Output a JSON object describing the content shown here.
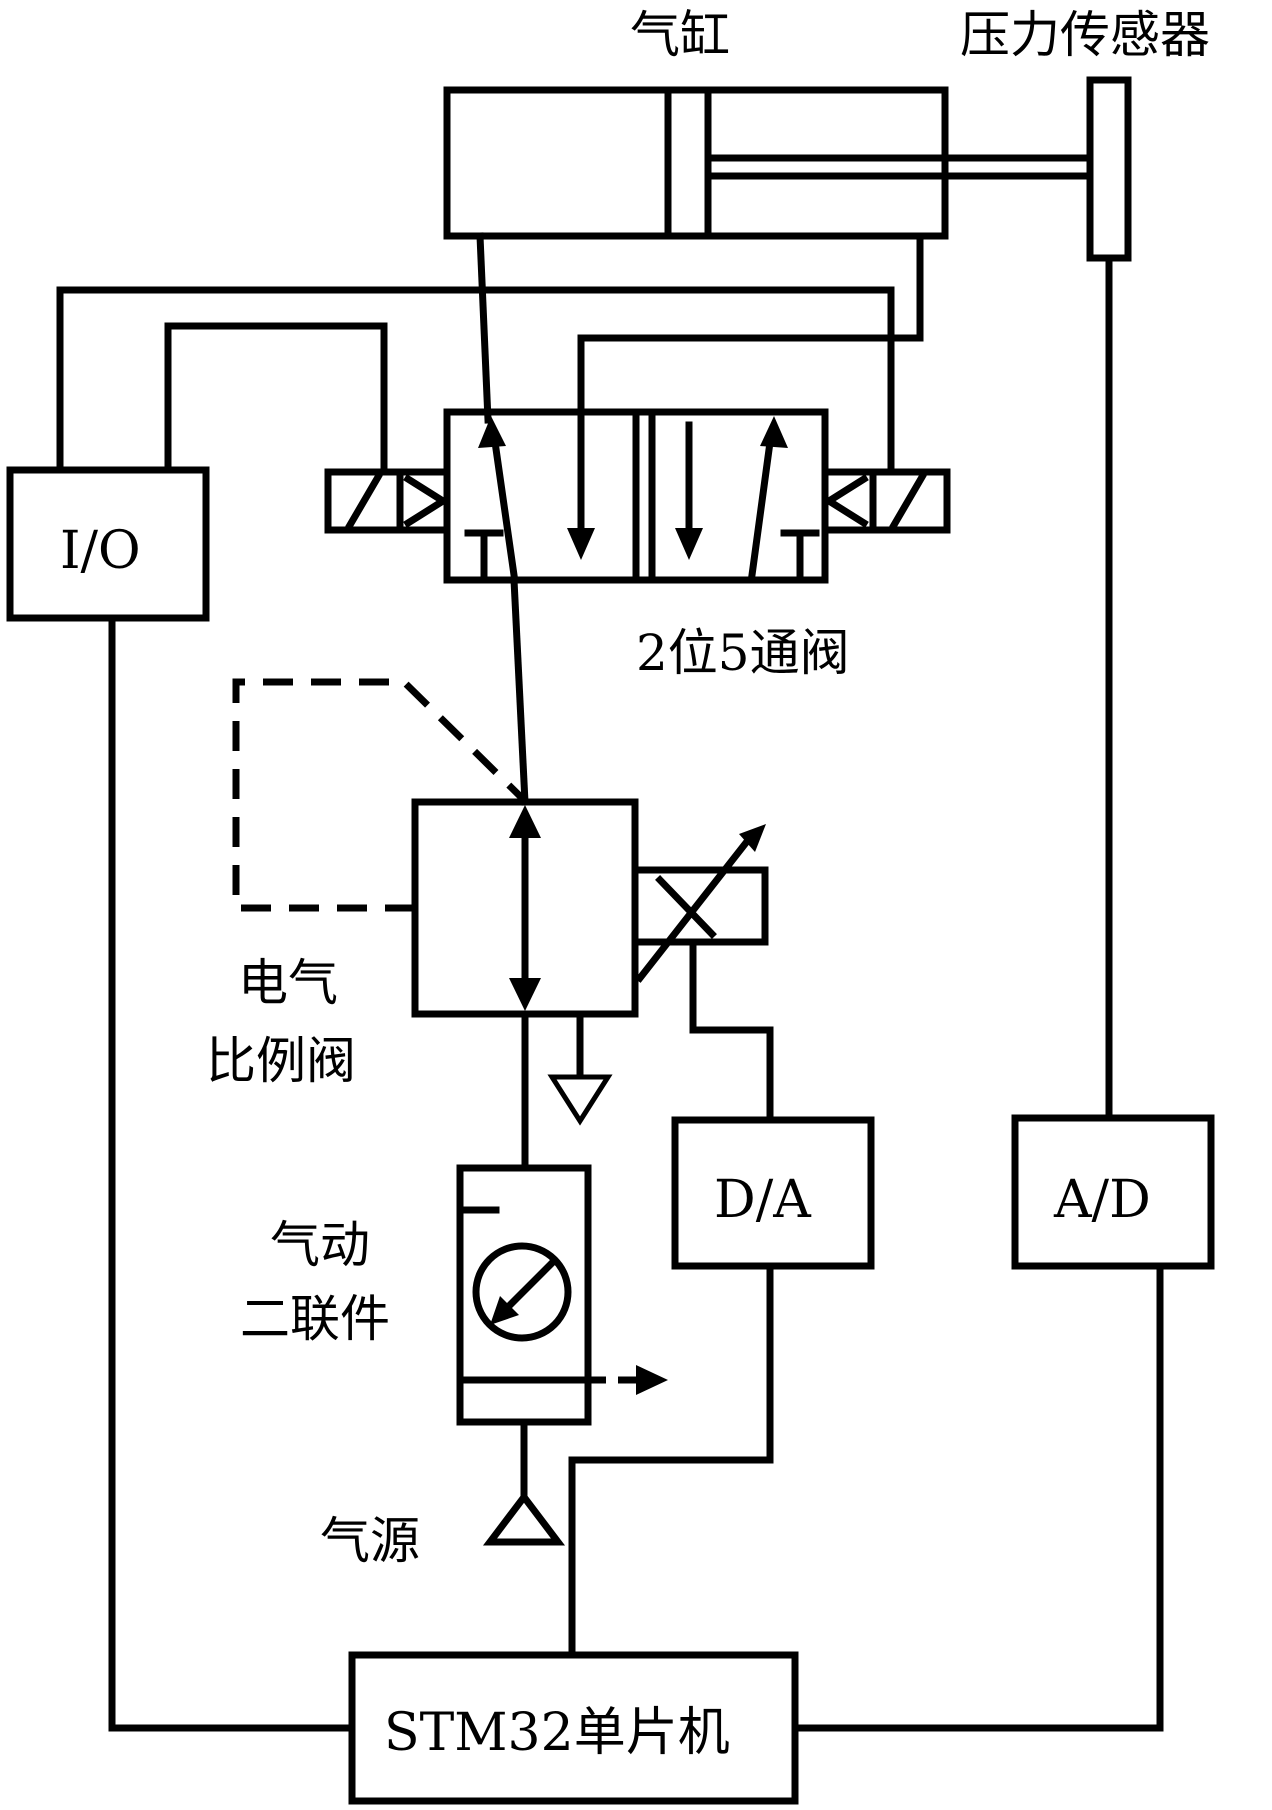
{
  "labels": {
    "cylinder": "气缸",
    "pressure_sensor": "压力传感器",
    "io": "I/O",
    "valve_2_5": "2位5通阀",
    "proportional_valve_line1": "电气",
    "proportional_valve_line2": "比例阀",
    "da": "D/A",
    "ad": "A/D",
    "frl_line1": "气动",
    "frl_line2": "二联件",
    "air_source": "气源",
    "mcu": "STM32单片机"
  }
}
